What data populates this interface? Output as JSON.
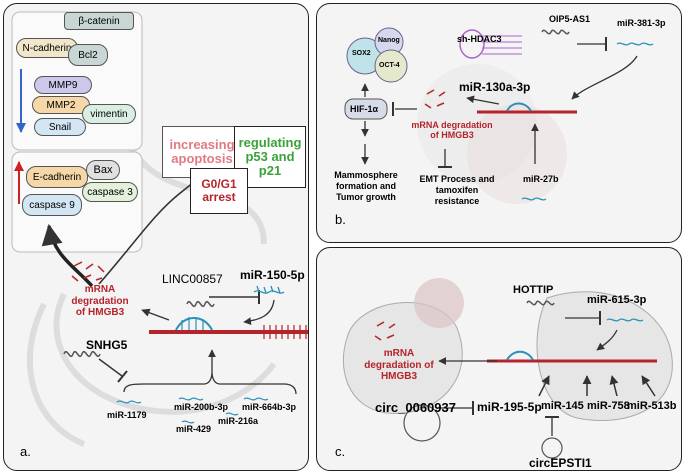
{
  "panel_a": {
    "label": "a.",
    "group1": {
      "beta_catenin": "β-catenin",
      "n_cadherin": "N-cadherin",
      "bcl2": "Bcl2",
      "mmp9": "MMP9",
      "mmp2": "MMP2",
      "vimentin": "vimentin",
      "snail": "Snail"
    },
    "group2": {
      "e_cadherin": "E-cadherin",
      "bax": "Bax",
      "caspase3": "caspase 3",
      "caspase9": "caspase 9"
    },
    "boxes": {
      "apoptosis": "increasing apoptosis",
      "arrest": "G0/G1 arrest",
      "p53": "regulating p53 and p21"
    },
    "linc": "LINC00857",
    "mir150": "miR-150-5p",
    "snhg5": "SNHG5",
    "mrna_deg": "mRNA degradation of HMGB3",
    "mirs": {
      "mir1179": "miR-1179",
      "mir200b": "miR-200b-3p",
      "mir664b": "miR-664b-3p",
      "mir429": "miR-429",
      "mir216a": "miR-216a"
    }
  },
  "panel_b": {
    "label": "b.",
    "opis": "OIP5-AS1",
    "mir381": "miR-381-3p",
    "shhdac3": "sh-HDAC3",
    "mir130": "miR-130a-3p",
    "sox2": "SOX2",
    "nanog": "Nanog",
    "oct4": "OCT-4",
    "hif": "HIF-1α",
    "mrna_deg": "mRNA degradation of HMGB3",
    "mammosphere": "Mammosphere formation and Tumor growth",
    "emt": "EMT Process and tamoxifen resistance",
    "mir27b": "miR-27b"
  },
  "panel_c": {
    "label": "c.",
    "hottip": "HOTTIP",
    "mir615": "miR-615-3p",
    "mrna_deg": "mRNA degradation of HMGB3",
    "circ0060937": "circ_0060937",
    "mir195": "miR-195-5p",
    "mir145": "miR-145",
    "mir758": "miR-758",
    "mir513b": "miR-513b",
    "circepsti1": "circEPSTI1"
  },
  "colors": {
    "red": "#b5242b",
    "pink_text": "#e07a82",
    "green_text": "#3aa23a",
    "teal": "#2a8fb8",
    "blue_arrow": "#3366cc",
    "red_arrow": "#cc2222"
  }
}
